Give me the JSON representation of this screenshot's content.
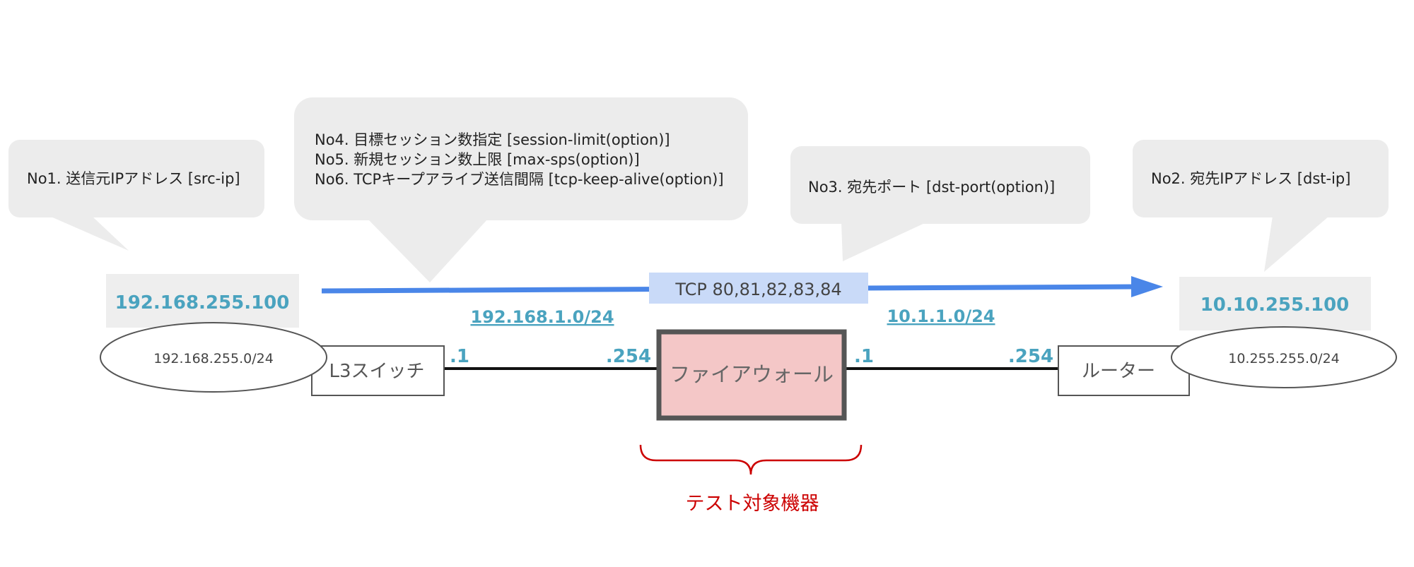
{
  "callouts": {
    "src_ip": "No1. 送信元IPアドレス [src-ip]",
    "session_lines": [
      "No4. 目標セッション数指定 [session-limit(option)]",
      "No5. 新規セッション数上限 [max-sps(option)]",
      "No6. TCPキープアライブ送信間隔 [tcp-keep-alive(option)]"
    ],
    "dst_port": "No3. 宛先ポート  [dst-port(option)]",
    "dst_ip": "No2. 宛先IPアドレス [dst-ip]"
  },
  "flow": {
    "src_host": "192.168.255.100",
    "dst_host": "10.10.255.100",
    "ports_label": "TCP 80,81,82,83,84"
  },
  "network": {
    "left_segment": "192.168.255.0/24",
    "right_segment": "10.255.255.0/24",
    "inner_subnet": "192.168.1.0/24",
    "outer_subnet": "10.1.1.0/24",
    "l3_switch": "L3スイッチ",
    "firewall": "ファイアウォール",
    "router": "ルーター",
    "ip_l3": ".1",
    "ip_fw_in": ".254",
    "ip_fw_out": ".1",
    "ip_router": ".254"
  },
  "target_label": "テスト対象機器",
  "colors": {
    "callout_bg": "#ececec",
    "arrow": "#4a86e8",
    "ip_text": "#4aa3bf",
    "ports_bg": "#c9daf8",
    "firewall_fill": "#f4c7c7",
    "firewall_border": "#555555",
    "target": "#cc0000"
  }
}
